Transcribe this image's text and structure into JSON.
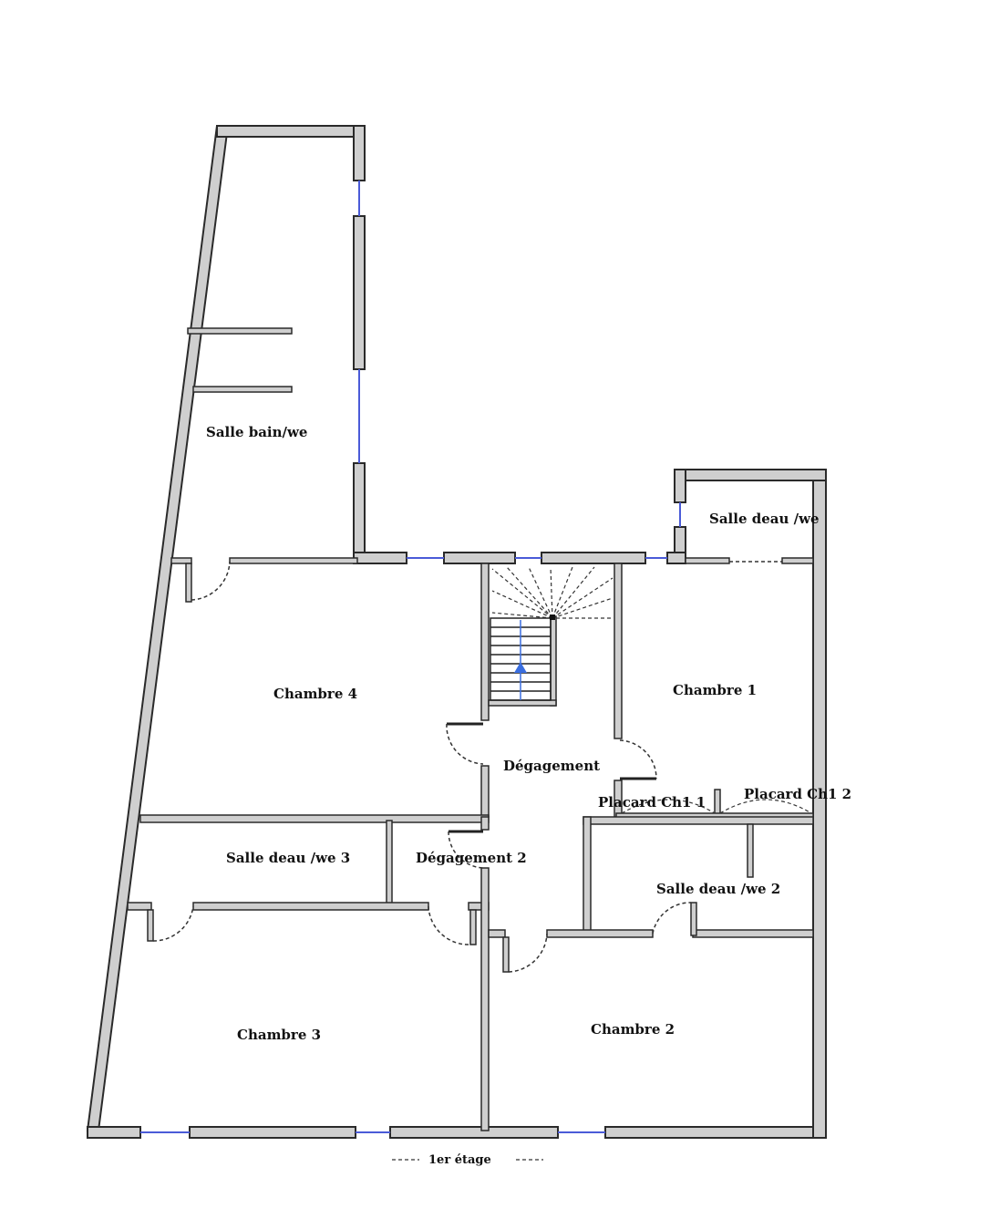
{
  "floor_label": "1er étage",
  "rooms": {
    "salle_bain_we": "Salle bain/we",
    "salle_deau_we": "Salle deau /we",
    "chambre_4": "Chambre 4",
    "chambre_1": "Chambre 1",
    "degagement": "Dégagement",
    "placard_ch1_1": "Placard Ch1 1",
    "placard_ch1_2": "Placard Ch1 2",
    "salle_deau_we_3": "Salle deau /we 3",
    "degagement_2": "Dégagement 2",
    "salle_deau_we_2": "Salle deau /we 2",
    "chambre_3": "Chambre 3",
    "chambre_2": "Chambre 2"
  },
  "colors": {
    "wall_fill": "#cfcfcf",
    "wall_stroke": "#2a2a2a",
    "window": "#4a5bd8",
    "stair_arrow": "#3a6ee0"
  }
}
